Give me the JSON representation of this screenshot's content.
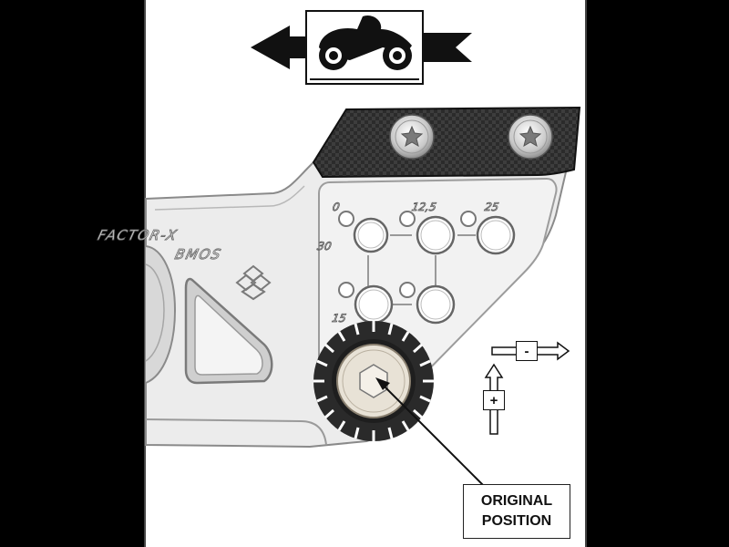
{
  "diagram": {
    "colors": {
      "background": "#000000",
      "sheet": "#ffffff",
      "plate": "#ececec",
      "plate_edge": "#8a8a8a",
      "carbon": "#2b2b2b",
      "knurl": "#2a2a2a",
      "bolt_face": "#e8e2d6",
      "line": "#111111"
    },
    "icons": {
      "direction": "left-arrow-icon",
      "vehicle": "motorcycle-icon"
    },
    "engraving": {
      "brand_line1": "FACTOR-X",
      "brand_line2": "BMOS"
    },
    "hole_labels": {
      "top_left": "0",
      "top_middle": "12,5",
      "top_right": "25",
      "middle_left": "30",
      "bottom_left": "15"
    },
    "adjust_signs": {
      "horizontal": "-",
      "vertical": "+"
    },
    "callout": {
      "line1": "ORIGINAL",
      "line2": "POSITION"
    }
  }
}
